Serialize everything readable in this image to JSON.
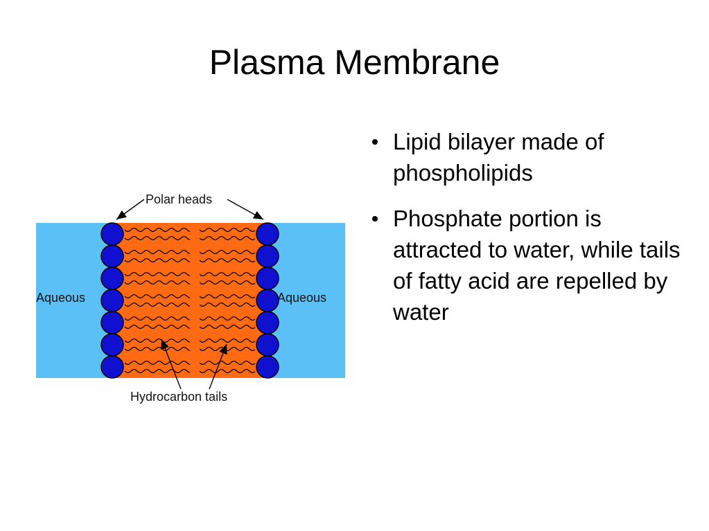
{
  "slide": {
    "title": "Plasma Membrane"
  },
  "diagram": {
    "labels": {
      "polar_heads": "Polar heads",
      "aqueous_left": "Aqueous",
      "aqueous_right": "Aqueous",
      "hydrocarbon_tails": "Hydrocarbon tails"
    },
    "colors": {
      "aqueous": "#5bc0f5",
      "tails": "#ff6a13",
      "heads": "#1010d0",
      "heads_outline": "#000000"
    }
  },
  "bullets": [
    {
      "text": "Lipid bilayer made of phospholipids"
    },
    {
      "text": "Phosphate portion is attracted to water, while tails of fatty acid are repelled by water"
    }
  ]
}
